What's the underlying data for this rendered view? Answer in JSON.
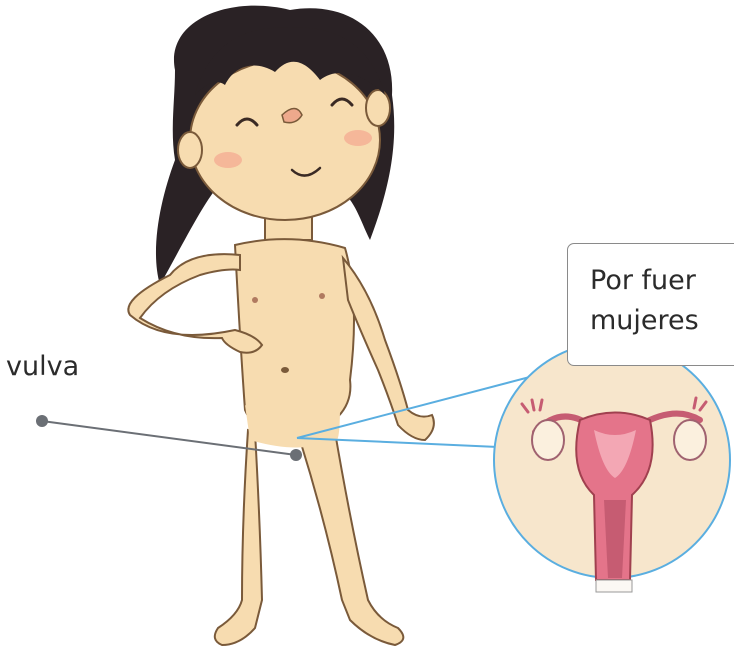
{
  "labels": {
    "vulva": "vulva"
  },
  "info_box": {
    "line1": "Por fuer",
    "line2": "mujeres"
  },
  "colors": {
    "skin": "#f7dcb0",
    "skin_outline": "#7a5a3a",
    "hair": "#2a2225",
    "callout_line": "#5aaee0",
    "pointer_line": "#6b6f75",
    "uterus": "#e4748a",
    "magnifier_bg": "#f7e6cc"
  },
  "icons": {
    "girl": "girl-illustration",
    "magnifier": "uterus-magnifier-icon"
  }
}
